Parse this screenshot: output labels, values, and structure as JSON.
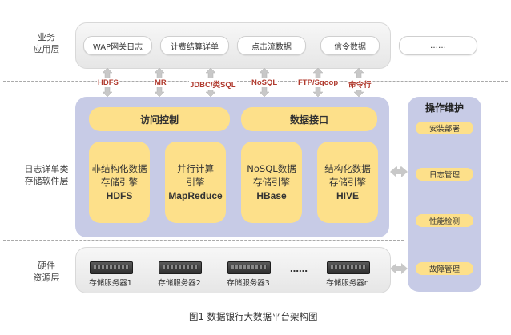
{
  "layers": {
    "app": [
      "业务",
      "应用层"
    ],
    "storage": [
      "日志详单类",
      "存储软件层"
    ],
    "hardware": [
      "硬件",
      "资源层"
    ]
  },
  "apps": [
    "WAP网关日志",
    "计费结算详单",
    "点击流数据",
    "信令数据",
    "……"
  ],
  "protocols": [
    "HDFS",
    "MR",
    "JDBC/类SQL",
    "NoSQL",
    "FTP/Sqoop",
    "命令行"
  ],
  "middle": {
    "access_control": "访问控制",
    "data_interface": "数据接口",
    "engines": [
      {
        "line1": "非结构化数据",
        "line2": "存储引擎",
        "name": "HDFS"
      },
      {
        "line1": "并行计算",
        "line2": "引擎",
        "name": "MapReduce"
      },
      {
        "line1": "NoSQL数据",
        "line2": "存储引擎",
        "name": "HBase"
      },
      {
        "line1": "结构化数据",
        "line2": "存储引擎",
        "name": "HIVE"
      }
    ]
  },
  "servers": [
    "存储服务器1",
    "存储服务器2",
    "存储服务器3",
    "存储服务器n"
  ],
  "servers_ellipsis": "……",
  "ops": {
    "title": "操作维护",
    "items": [
      "安装部署",
      "日志管理",
      "性能检测",
      "故障管理"
    ]
  },
  "caption": "图1  数据银行大数据平台架构图",
  "colors": {
    "engine": "#fde08a",
    "band": "#c7cbe6",
    "protocol": "#b03a2e"
  }
}
